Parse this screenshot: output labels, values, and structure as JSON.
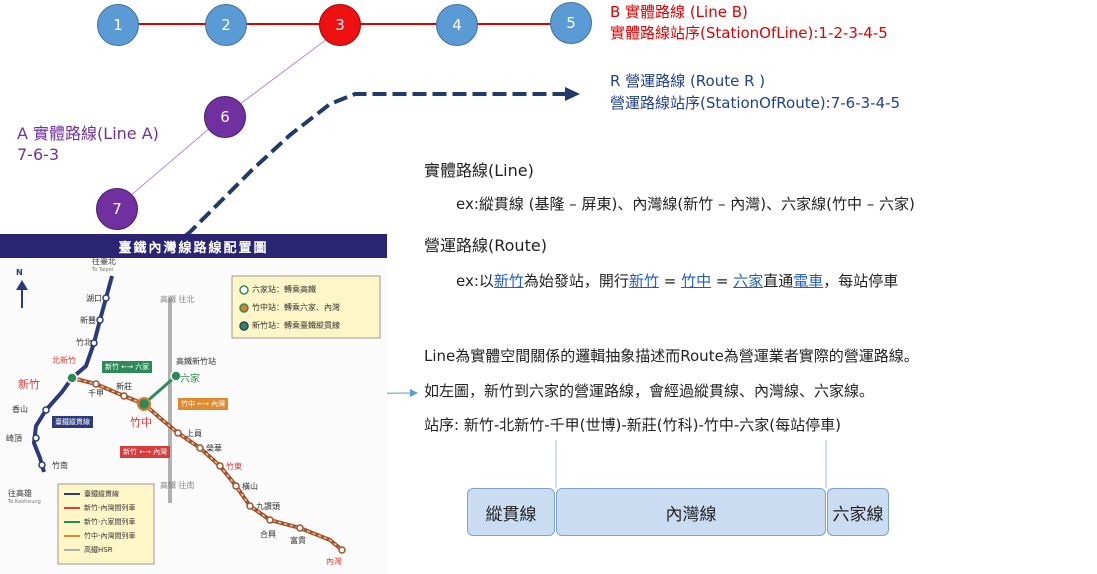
{
  "colors": {
    "node_blue": "#5b9bd5",
    "node_red": "#ee1111",
    "node_purple": "#7030a0",
    "line_b": "#e00000",
    "route_dash": "#1f3a6b",
    "text_red": "#e00000",
    "text_purple": "#7030a0",
    "text_blue": "#1f3f8f"
  },
  "nodes": {
    "n1": "1",
    "n2": "2",
    "n3": "3",
    "n4": "4",
    "n5": "5",
    "n6": "6",
    "n7": "7"
  },
  "lineB": {
    "title": "B 實體路線 (Line B)",
    "stations": "實體路線站序(StationOfLine):1-2-3-4-5"
  },
  "routeR": {
    "title": "R 營運路線 (Route R )",
    "stations": "營運路線站序(StationOfRoute):7-6-3-4-5"
  },
  "lineA": {
    "title": "A 實體路線(Line A)",
    "stations": "7-6-3"
  },
  "def": {
    "line_heading": "實體路線(Line)",
    "line_example": "ex:縱貫線 (基隆 – 屏東)、內灣線(新竹 – 內灣)、六家線(竹中 – 六家)",
    "route_heading": "營運路線(Route)",
    "route_ex_1": "ex:以",
    "route_ex_2": "新竹",
    "route_ex_3": "為始發站，開行",
    "route_ex_4": "新竹",
    "route_ex_5": " = ",
    "route_ex_6": "竹中",
    "route_ex_7": " = ",
    "route_ex_8": "六家",
    "route_ex_9": "直通",
    "route_ex_10": "電車",
    "route_ex_11": "，每站停車"
  },
  "desc": {
    "line1": "Line為實體空間關係的邏輯抽象描述而Route為營運業者實際的營運路線。",
    "line2": "如左圖，新竹到六家的營運路線，會經過縱貫線、內灣線、六家線。",
    "line3": "站序: 新竹-北新竹-千甲(世博)-新莊(竹科)-竹中-六家(每站停車)"
  },
  "segments": {
    "s1": "縱貫線",
    "s2": "內灣線",
    "s3": "六家線"
  },
  "map": {
    "title": "臺鐵內灣線路線配置圖",
    "subtitle": "Taiwan Railways Administration Neiwan & Liujia Line Route Map",
    "north": "N",
    "to_taipei": "往臺北",
    "to_taipei_en": "To Taipei",
    "to_kaohsiung": "往高雄",
    "to_kaohsiung_en": "To Kaohsiung",
    "hsr_north": "高鐵 往北",
    "hsr_south": "高鐵 往南",
    "stations": {
      "hukou": "湖口",
      "xinfeng": "新豐",
      "zhubei": "竹北",
      "beixinzhu": "北新竹",
      "xinzhu": "新竹",
      "xiangshan": "香山",
      "qiding": "崎頂",
      "zhunan": "竹南",
      "qianjia": "千甲",
      "xinzhuang": "新莊",
      "zhuzhong": "竹中",
      "liujia": "六家",
      "hsr_xinzhu": "高鐵新竹站",
      "shanggong": "上員",
      "ronghua": "榮華",
      "zhudong": "竹東",
      "hengshan": "橫山",
      "jiuzantou": "九讚頭",
      "hexing": "合興",
      "fugui": "富貴",
      "neiwan": "內灣"
    },
    "legend_stations": [
      "六家站：轉乘高鐵",
      "竹中站：轉乘六家、內灣",
      "新竹站：轉乘臺鐵縱貫線"
    ],
    "tags": {
      "xinzhu_liujia": "新竹 ←→ 六家",
      "zhuzhong_neiwan": "竹中 ←→ 內灣",
      "xinzhu_neiwan": "新竹 ←→ 內灣",
      "western": "臺鐵縱貫線"
    },
    "legend_lines": [
      "臺鐵縱貫線",
      "新竹-內灣間列車",
      "新竹-六家間列車",
      "竹中-內灣間列車",
      "高鐵HSR"
    ]
  }
}
